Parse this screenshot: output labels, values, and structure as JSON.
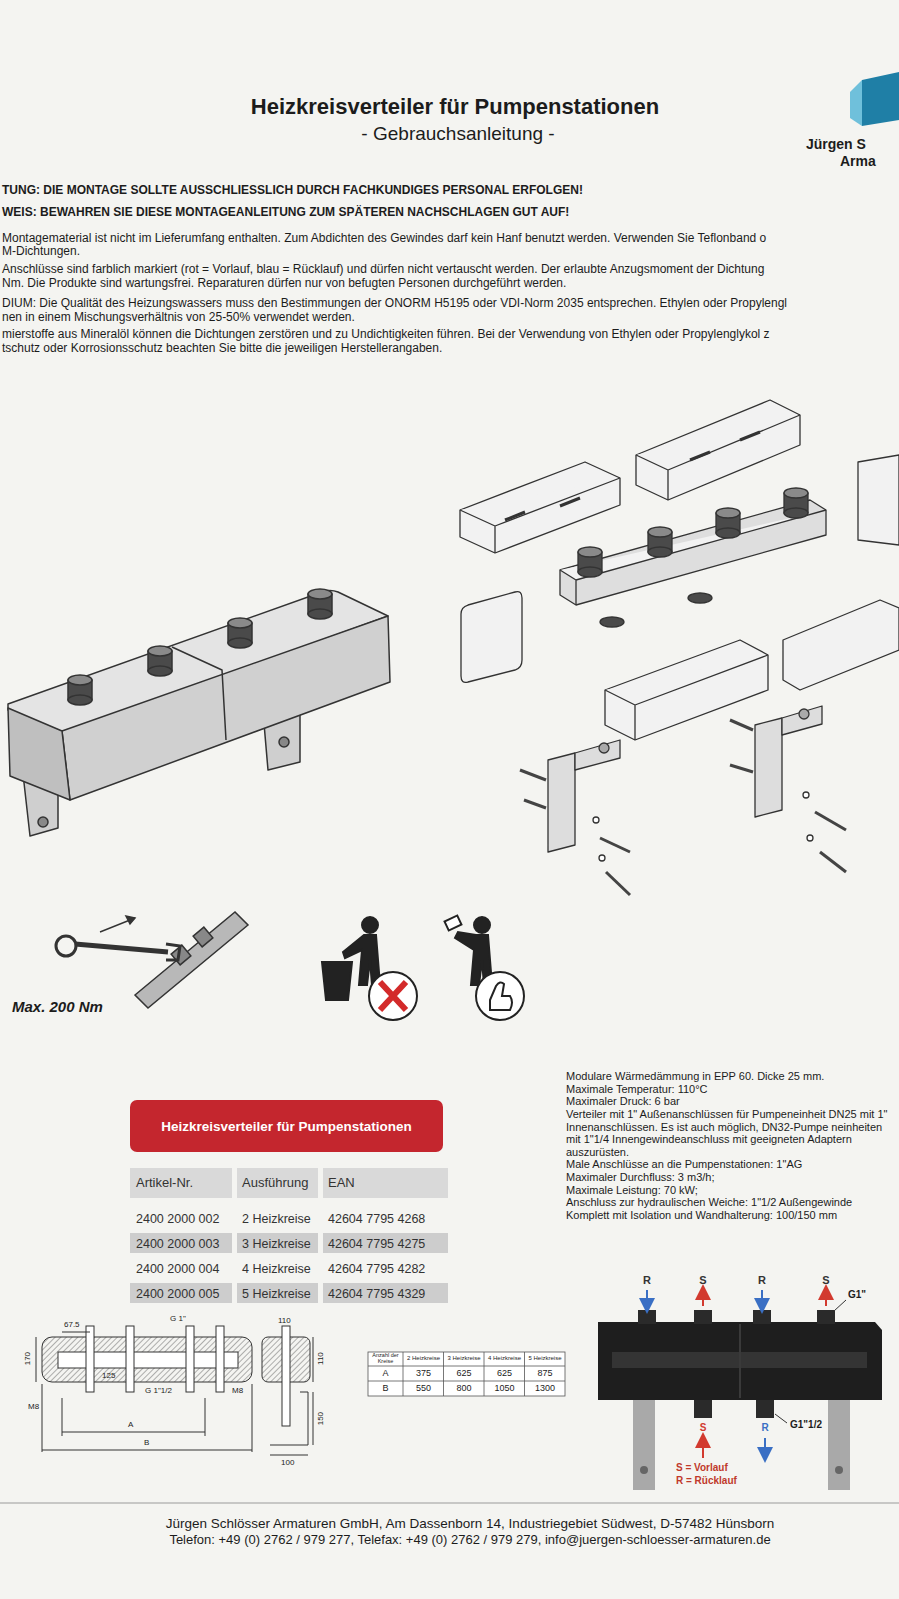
{
  "diagram": {
    "title": "Heizkreisverteiler für Pumpenstationen",
    "nodes": [
      {
        "text": [
          "Heizkreisverteiler für Pumpenstationen"
        ]
      }
    ],
    "labels": [
      "- Gebrauchsanleitung -",
      "Jürgen S",
      "Arma",
      "TUNG: DIE MONTAGE SOLLTE AUSSCHLIESSLICH DURCH FACHKUNDIGES PERSONAL ERFOLGEN!",
      "WEIS: BEWAHREN SIE DIESE MONTAGEANLEITUNG ZUM SPÄTEREN NACHSCHLAGEN GUT AUF!",
      "Montagematerial ist nicht im Lieferumfang enthalten. Zum Abdichten des Gewindes darf kein Hanf benutzt werden. Verwenden Sie Teflonband o",
      "M-Dichtungen.",
      "Anschlüsse sind farblich markiert (rot = Vorlauf, blau = Rücklauf) und dürfen nicht vertauscht werden. Der erlaubte Anzugsmoment der Dichtung",
      "Nm. Die Produkte sind wartungsfrei. Reparaturen dürfen nur von befugten Personen durchgeführt werden.",
      "DIUM: Die Qualität des Heizungswassers muss den Bestimmungen der ONORM H5195 oder VDI-Norm 2035 entsprechen. Ethylen oder Propylengl",
      "nen in einem Mischungsverhältnis von 25-50% verwendet werden.",
      "mierstoffe aus Mineralöl können die Dichtungen zerstören und zu Undichtigkeiten führen. Bei der Verwendung von Ethylen oder Propylenglykol z",
      "tschutz oder Korrosionsschutz beachten Sie bitte die jeweiligen Herstellerangaben.",
      "Max. 200 Nm",
      "Modulare Wärmedämmung in EPP 60. Dicke 25 mm.",
      "Maximale Temperatur: 110°C",
      "Maximaler Druck: 6 bar",
      "Verteiler mit 1\" Außenanschlüssen für Pumpeneinheit DN25 mit 1\" Innenanschlüssen. Es ist auch möglich, DN32-Pumpe neinheiten mit 1\"1/4 Innengewindeanschluss mit geeigneten Adaptern auszurüsten.",
      "Male Anschlüsse an die Pumpenstationen: 1\"AG",
      "Maximaler Durchfluss: 3 m3/h;",
      "Maximale Leistung: 70 kW;",
      "Anschluss zur hydraulischen Weiche: 1\"1/2 Außengewinde",
      "Komplett mit Isolation und Wandhalterung: 100/150 mm",
      "Artikel-Nr.",
      "Ausführung",
      "EAN",
      "2400 2000 002",
      "2 Heizkreise",
      "42604 7795 4268",
      "2400 2000 003",
      "3 Heizkreise",
      "42604 7795 4275",
      "2400 2000 004",
      "4 Heizkreise",
      "42604 7795 4282",
      "2400 2000 005",
      "5 Heizkreise",
      "42604 7795 4329",
      "67.5",
      "170",
      "G 1\"",
      "125",
      "G 1\"1/2",
      "M8",
      "M8",
      "A",
      "B",
      "110",
      "110",
      "150",
      "100",
      "Anzahl der Kreise",
      "2 Heizkreise",
      "3 Heizkreise",
      "4 Heizkreise",
      "5 Heizkreise",
      "A",
      "375",
      "625",
      "625",
      "875",
      "B",
      "550",
      "800",
      "1050",
      "1300",
      "R",
      "S",
      "R",
      "S",
      "G1\"",
      "S",
      "R",
      "G1\"1/2",
      "S = Vorlauf",
      "R = Rücklauf",
      "Jürgen Schlösser Armaturen GmbH, Am Dassenborn 14, Industriegebiet Südwest, D-57482 Hünsborn",
      "Telefon: +49 (0) 2762 / 979 277, Telefax: +49 (0) 2762 / 979 279, info@juergen-schloesser-armaturen.de"
    ]
  }
}
